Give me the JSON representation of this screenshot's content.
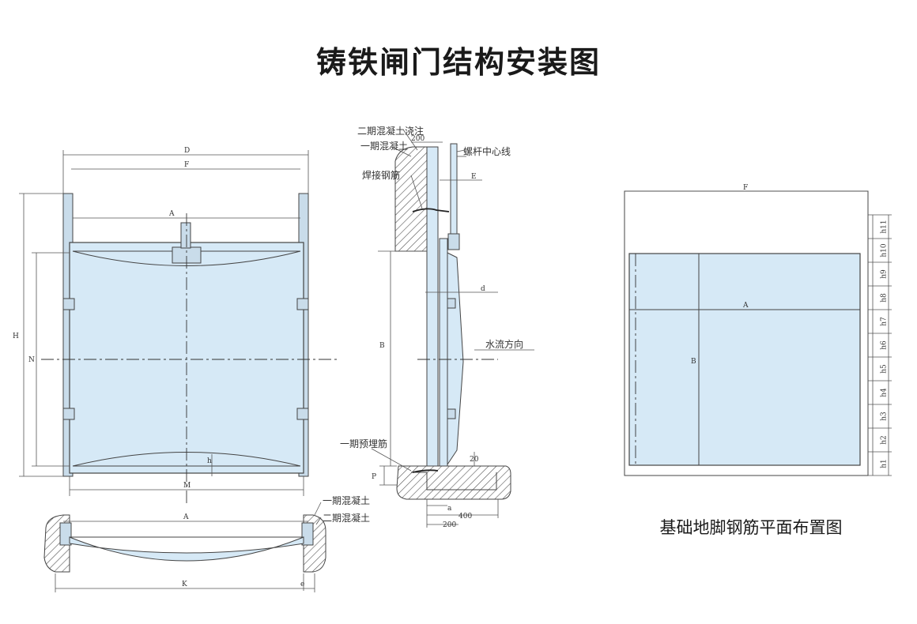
{
  "title": "铸铁闸门结构安装图",
  "plan_title": "基础地脚钢筋平面布置图",
  "front_view": {
    "dims": {
      "D": "D",
      "F": "F",
      "A": "A",
      "H": "H",
      "N": "N",
      "M": "M",
      "h": "h"
    }
  },
  "section_view": {
    "labels": {
      "second_pour": "二期混凝土浇注",
      "first_concrete": "一期混凝土",
      "weld_rebar": "焊接钢筋",
      "bolt_center": "螺杆中心线",
      "flow_direction": "水流方向",
      "embedded_rebar": "一期预埋筋"
    },
    "dims": {
      "d200_top": "200",
      "E": "E",
      "d": "d",
      "B": "B",
      "P": "P",
      "d20": "20",
      "a": "a",
      "d400": "400",
      "d200_bottom": "200"
    }
  },
  "top_view": {
    "labels": {
      "first_concrete": "一期混凝土",
      "second_concrete": "二期混凝土"
    },
    "dims": {
      "A": "A",
      "K": "K",
      "e": "e"
    }
  },
  "plan_view": {
    "dims": {
      "F": "F",
      "A": "A",
      "B": "B"
    },
    "h_labels": [
      "h11",
      "h10",
      "h9",
      "h8",
      "h7",
      "h6",
      "h5",
      "h4",
      "h3",
      "h2",
      "h1"
    ]
  },
  "colors": {
    "panel": "#d6e9f6",
    "line": "#444444"
  }
}
